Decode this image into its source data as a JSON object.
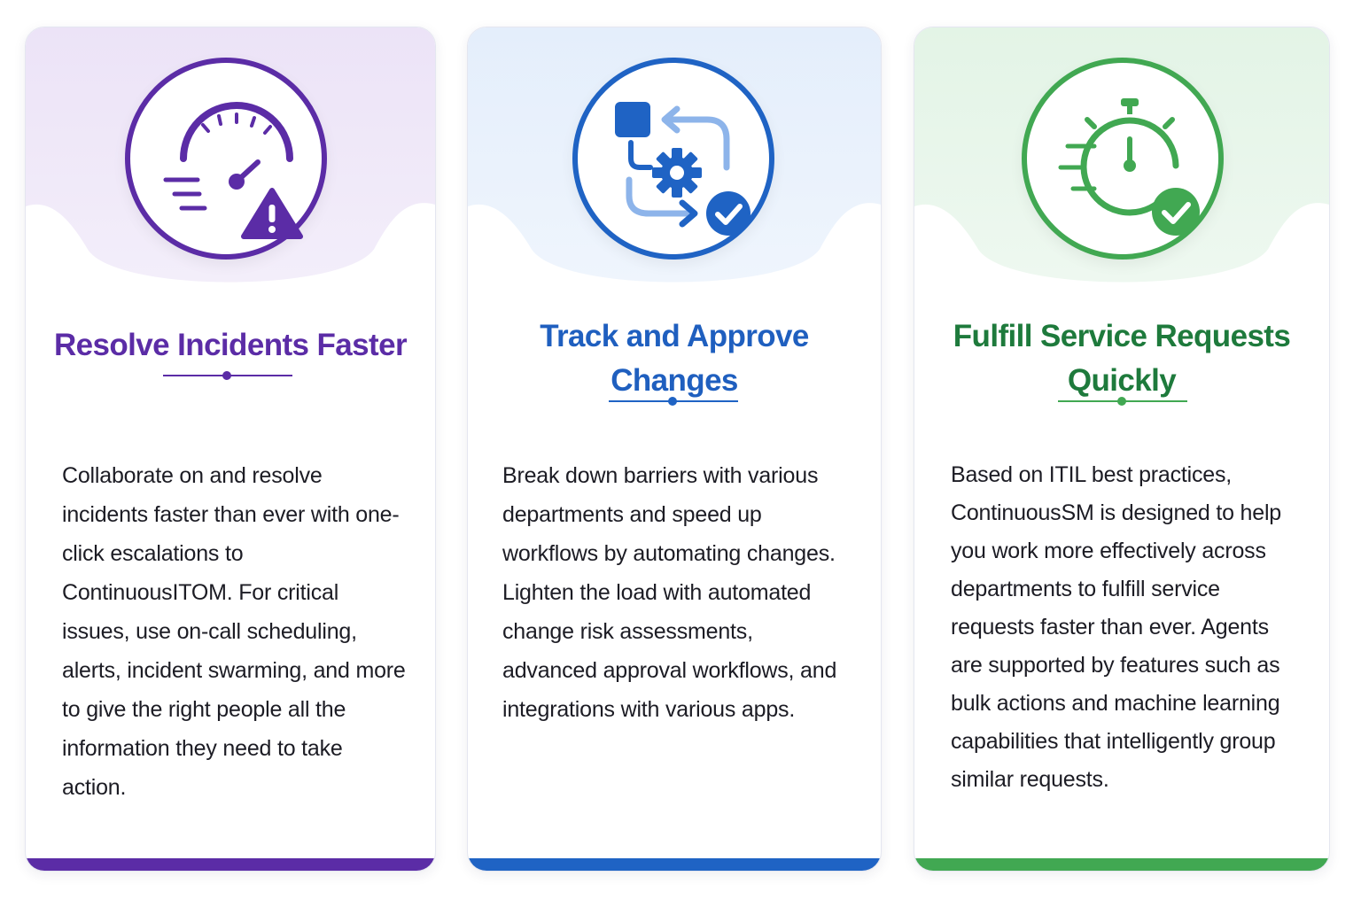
{
  "colors": {
    "purple": "#5b2ca6",
    "purple_tint": "#ece3f7",
    "blue": "#1f63c4",
    "blue_tint": "#e4eefb",
    "green": "#41a852",
    "green_tint": "#e3f4e6",
    "text": "#1c1c24"
  },
  "cards": [
    {
      "title": "Resolve Incidents Faster",
      "icon": "speedometer-warning-icon",
      "body": "Collaborate on and resolve incidents faster than ever with one-click escalations to ContinuousITOM. For critical issues, use on-call scheduling, alerts, incident swarming, and more to give the right people all the information they need to take action."
    },
    {
      "title": "Track and Approve Changes",
      "icon": "workflow-gear-check-icon",
      "body": "Break down barriers with various departments and speed up workflows by automating changes. Lighten the load with automated change risk assessments, advanced approval workflows, and integrations with various apps."
    },
    {
      "title": "Fulfill Service Requests Quickly",
      "icon": "stopwatch-check-icon",
      "body": "Based on ITIL best practices, ContinuousSM is designed to help you work more effectively across departments to fulfill service requests faster than ever. Agents are supported by features such as bulk actions and machine learning capabilities that intelligently group similar requests."
    }
  ]
}
